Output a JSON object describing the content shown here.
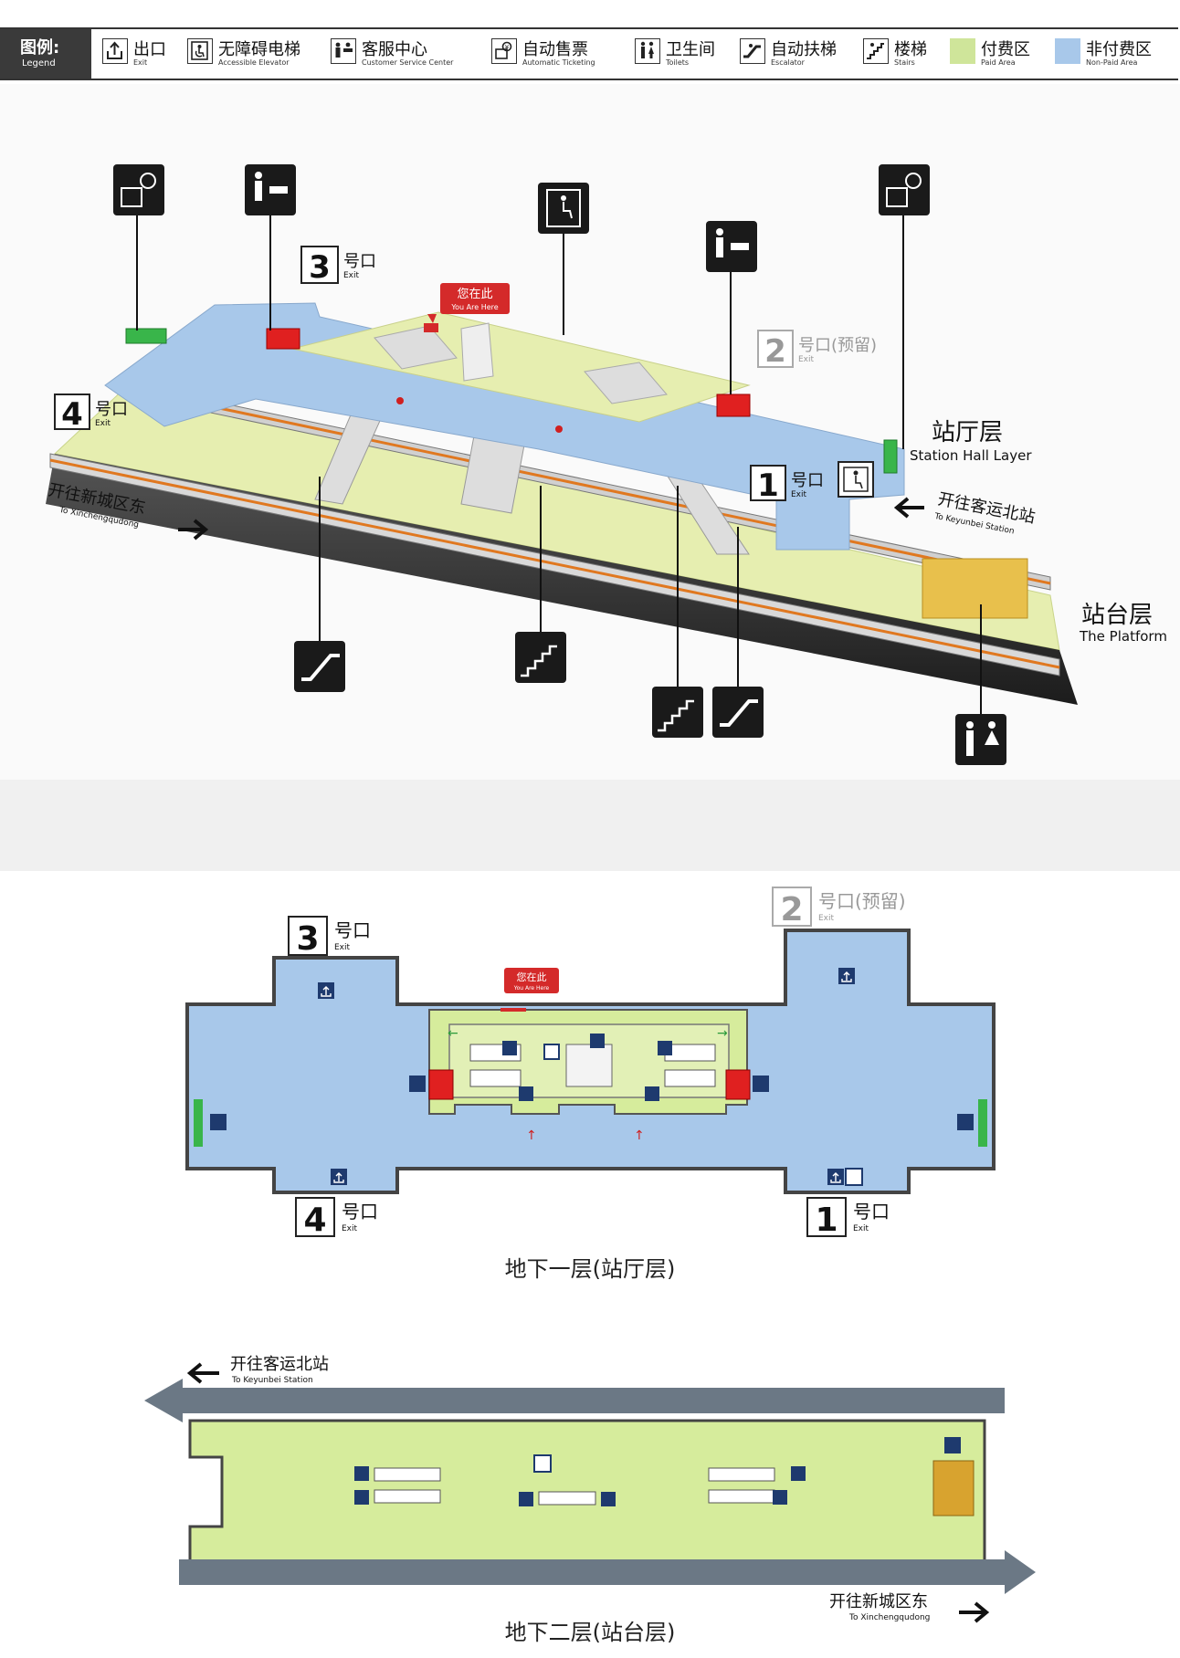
{
  "legend": {
    "title_cn": "图例:",
    "title_en": "Legend",
    "items": [
      {
        "cn": "出口",
        "en": "Exit",
        "icon": "exit-icon"
      },
      {
        "cn": "无障碍电梯",
        "en": "Accessible Elevator",
        "icon": "elevator-icon"
      },
      {
        "cn": "客服中心",
        "en": "Customer Service Center",
        "icon": "service-icon"
      },
      {
        "cn": "自动售票",
        "en": "Automatic Ticketing",
        "icon": "ticket-icon"
      },
      {
        "cn": "卫生间",
        "en": "Toilets",
        "icon": "toilet-icon"
      },
      {
        "cn": "自动扶梯",
        "en": "Escalator",
        "icon": "escalator-icon"
      },
      {
        "cn": "楼梯",
        "en": "Stairs",
        "icon": "stairs-icon"
      },
      {
        "cn": "付费区",
        "en": "Paid Area",
        "color": "#cfe59a"
      },
      {
        "cn": "非付费区",
        "en": "Non-Paid Area",
        "color": "#a8c8ea"
      }
    ]
  },
  "iso": {
    "exit3": {
      "num": "3",
      "cn": "号口",
      "en": "Exit"
    },
    "exit4": {
      "num": "4",
      "cn": "号口",
      "en": "Exit"
    },
    "exit1": {
      "num": "1",
      "cn": "号口",
      "en": "Exit"
    },
    "exit2": {
      "num": "2",
      "cn": "号口(预留)",
      "en": "Exit"
    },
    "you_are_here_cn": "您在此",
    "you_are_here_en": "You Are Here",
    "hall_cn": "站厅层",
    "hall_en": "Station Hall Layer",
    "platform_cn": "站台层",
    "platform_en": "The Platform",
    "dir_left_cn": "开往新城区东",
    "dir_left_en": "To Xinchengqudong",
    "dir_right_cn": "开往客运北站",
    "dir_right_en": "To Keyunbei Station"
  },
  "hall": {
    "exit3": {
      "num": "3",
      "cn": "号口",
      "en": "Exit"
    },
    "exit2": {
      "num": "2",
      "cn": "号口(预留)",
      "en": "Exit"
    },
    "exit4": {
      "num": "4",
      "cn": "号口",
      "en": "Exit"
    },
    "exit1": {
      "num": "1",
      "cn": "号口",
      "en": "Exit"
    },
    "you_are_here_cn": "您在此",
    "you_are_here_en": "You Are Here",
    "caption": "地下一层(站厅层)"
  },
  "platform": {
    "dir_top_cn": "开往客运北站",
    "dir_top_en": "To Keyunbei Station",
    "dir_bottom_cn": "开往新城区东",
    "dir_bottom_en": "To Xinchengqudong",
    "caption": "地下二层(站台层)"
  },
  "colors": {
    "paid": "#cfe59a",
    "non_paid": "#a8c8ea",
    "service_red": "#e02020",
    "sign_black": "#1a1a1a",
    "icon_navy": "#1e3a6e",
    "platform_yellow": "#d8a32f"
  }
}
